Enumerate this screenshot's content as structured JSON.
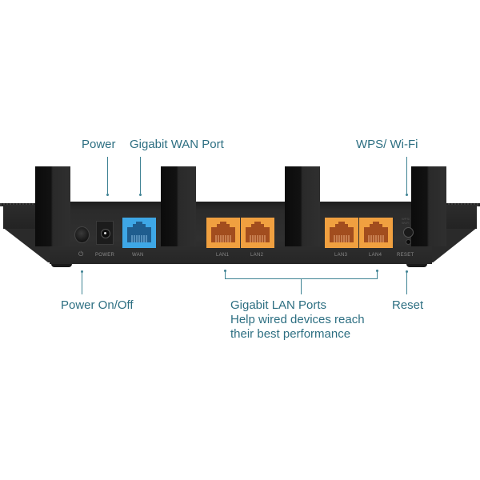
{
  "product": {
    "type": "wireless router rear panel",
    "colors": {
      "callout_text": "#2d6f82",
      "callout_line": "#3f8394",
      "body": "#2b2b2b",
      "wan_port": "#3ea7e6",
      "lan_port": "#f0a040",
      "background": "#ffffff"
    }
  },
  "callouts": {
    "power": "Power",
    "wan": "Gigabit WAN Port",
    "wps_wifi": "WPS/ Wi-Fi",
    "power_onoff": "Power On/Off",
    "lan_title": "Gigabit LAN Ports",
    "lan_desc_line1": "Help wired devices reach",
    "lan_desc_line2": "their best performance",
    "reset": "Reset"
  },
  "panel_labels": {
    "power_symbol": "⏻",
    "power": "POWER",
    "wan": "WAN",
    "lan1": "LAN1",
    "lan2": "LAN2",
    "lan3": "LAN3",
    "lan4": "LAN4",
    "reset": "RESET",
    "wps_tiny": "WPS/ Wi-Fi"
  },
  "icons": {
    "power_button": "power-button-icon",
    "dc_jack": "dc-power-jack-icon",
    "ethernet_port": "rj45-port-icon",
    "antenna": "antenna-icon"
  }
}
